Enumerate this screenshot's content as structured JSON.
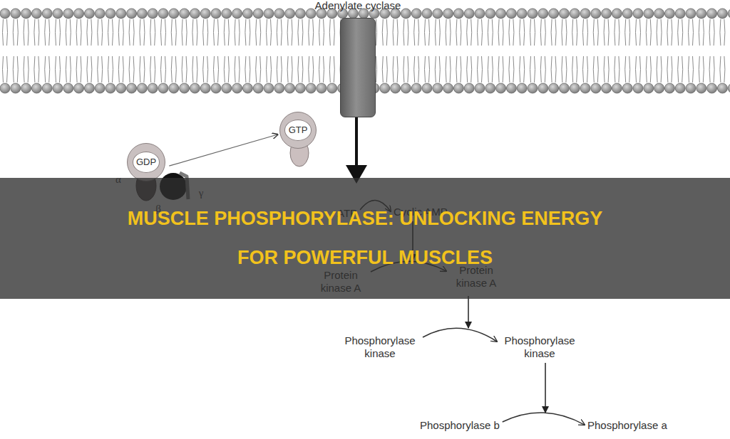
{
  "diagram": {
    "title": "MUSCLE PHOSPHORYLASE: UNLOCKING ENERGY FOR POWERFUL MUSCLES",
    "nodes": [
      {
        "text": [
          "Adenylate cyclase"
        ]
      },
      {
        "text": [
          "GTP"
        ]
      },
      {
        "text": [
          "GDP"
        ]
      },
      {
        "text": [
          "ATP"
        ]
      },
      {
        "text": [
          "Cyclic AMP"
        ]
      },
      {
        "text": [
          "Protein kinase A"
        ]
      },
      {
        "text": [
          "Protein kinase A"
        ]
      },
      {
        "text": [
          "Phosphorylase kinase"
        ]
      },
      {
        "text": [
          "Phosphorylase kinase"
        ]
      },
      {
        "text": [
          "Phosphorylase b"
        ]
      },
      {
        "text": [
          "Phosphorylase a"
        ]
      }
    ],
    "edges": [
      {
        "from": 2,
        "to": 1,
        "arrow": "to"
      },
      {
        "from": 3,
        "to": 4,
        "arrow": "to"
      },
      {
        "from": 5,
        "to": 6,
        "arrow": "to"
      },
      {
        "from": 7,
        "to": 8,
        "arrow": "to"
      },
      {
        "from": 9,
        "to": 10,
        "arrow": "to"
      }
    ],
    "labels": [
      "α",
      "β",
      "γ"
    ]
  }
}
